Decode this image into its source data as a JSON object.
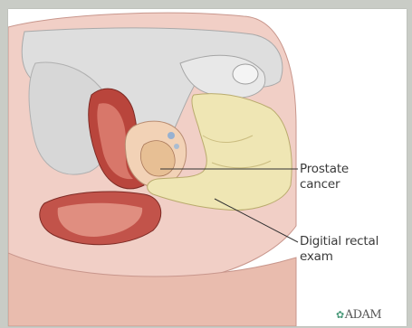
{
  "labels": {
    "prostate_line1": "Prostate",
    "prostate_line2": "cancer",
    "exam_line1": "Digitial rectal",
    "exam_line2": "exam"
  },
  "brand": {
    "text": "ADAM",
    "mark_icon": "leaf-icon"
  },
  "colors": {
    "background": "#c9ccc6",
    "tissue_pink": "#eab4aa",
    "bone_gray": "#dcdcdc",
    "rectum_red": "#b9453c",
    "glove_yellow": "#efe6b4"
  }
}
